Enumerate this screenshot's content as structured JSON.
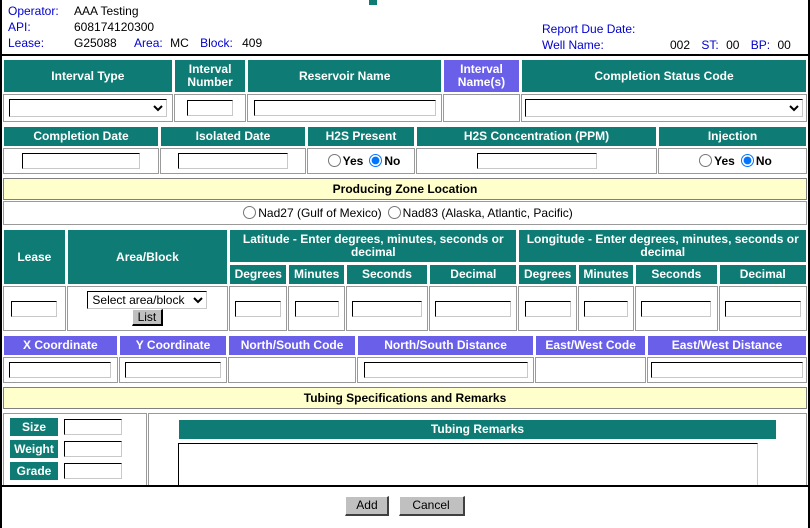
{
  "header": {
    "operator_label": "Operator:",
    "operator_value": "AAA Testing",
    "api_label": "API:",
    "api_value": "608174120300",
    "lease_label": "Lease:",
    "lease_value": "G25088",
    "area_label": "Area:",
    "area_value": "MC",
    "block_label": "Block:",
    "block_value": "409",
    "report_due_label": "Report Due Date:",
    "report_due_value": "",
    "well_name_label": "Well Name:",
    "well_name_value": "002",
    "st_label": "ST:",
    "st_value": "00",
    "bp_label": "BP:",
    "bp_value": "00"
  },
  "interval_row": {
    "h_interval_type": "Interval Type",
    "h_interval_number": "Interval Number",
    "h_reservoir_name": "Reservoir Name",
    "h_interval_names": "Interval Name(s)",
    "h_completion_status": "Completion Status Code",
    "interval_type_value": "",
    "interval_number_value": "",
    "reservoir_name_value": "",
    "interval_names_value": "",
    "completion_status_value": ""
  },
  "detail_row": {
    "h_completion_date": "Completion Date",
    "h_isolated_date": "Isolated Date",
    "h_h2s_present": "H2S Present",
    "h_h2s_concentration": "H2S Concentration (PPM)",
    "h_injection": "Injection",
    "completion_date_value": "",
    "isolated_date_value": "",
    "h2s_concentration_value": "",
    "yes_label": "Yes",
    "no_label": "No",
    "h2s_selected": "No",
    "injection_selected": "No"
  },
  "producing_zone": {
    "title": "Producing Zone Location",
    "nad27_label": "Nad27 (Gulf of Mexico)",
    "nad83_label": "Nad83 (Alaska, Atlantic, Pacific)",
    "selected": ""
  },
  "location": {
    "h_lease": "Lease",
    "h_area_block": "Area/Block",
    "h_latitude": "Latitude - Enter degrees, minutes, seconds or decimal",
    "h_longitude": "Longitude - Enter degrees, minutes, seconds or decimal",
    "h_degrees": "Degrees",
    "h_minutes": "Minutes",
    "h_seconds": "Seconds",
    "h_decimal": "Decimal",
    "lease_value": "",
    "area_block_selected": "Select area/block",
    "list_button": "List",
    "lat_degrees": "",
    "lat_minutes": "",
    "lat_seconds": "",
    "lat_decimal": "",
    "lon_degrees": "",
    "lon_minutes": "",
    "lon_seconds": "",
    "lon_decimal": ""
  },
  "coordinates": {
    "h_x": "X Coordinate",
    "h_y": "Y Coordinate",
    "h_ns_code": "North/South Code",
    "h_ns_distance": "North/South Distance",
    "h_ew_code": "East/West Code",
    "h_ew_distance": "East/West Distance",
    "x_value": "",
    "y_value": "",
    "ns_distance_value": "",
    "ew_distance_value": ""
  },
  "tubing": {
    "title": "Tubing Specifications and Remarks",
    "size_label": "Size",
    "weight_label": "Weight",
    "grade_label": "Grade",
    "size_value": "",
    "weight_value": "",
    "grade_value": "",
    "remarks_title": "Tubing Remarks",
    "remarks_value": ""
  },
  "footer": {
    "add_label": "Add",
    "cancel_label": "Cancel"
  },
  "colors": {
    "teal": "#0e7c74",
    "purple": "#6a5fe8",
    "cream": "#ffffcc",
    "label_blue": "#0000cc"
  }
}
